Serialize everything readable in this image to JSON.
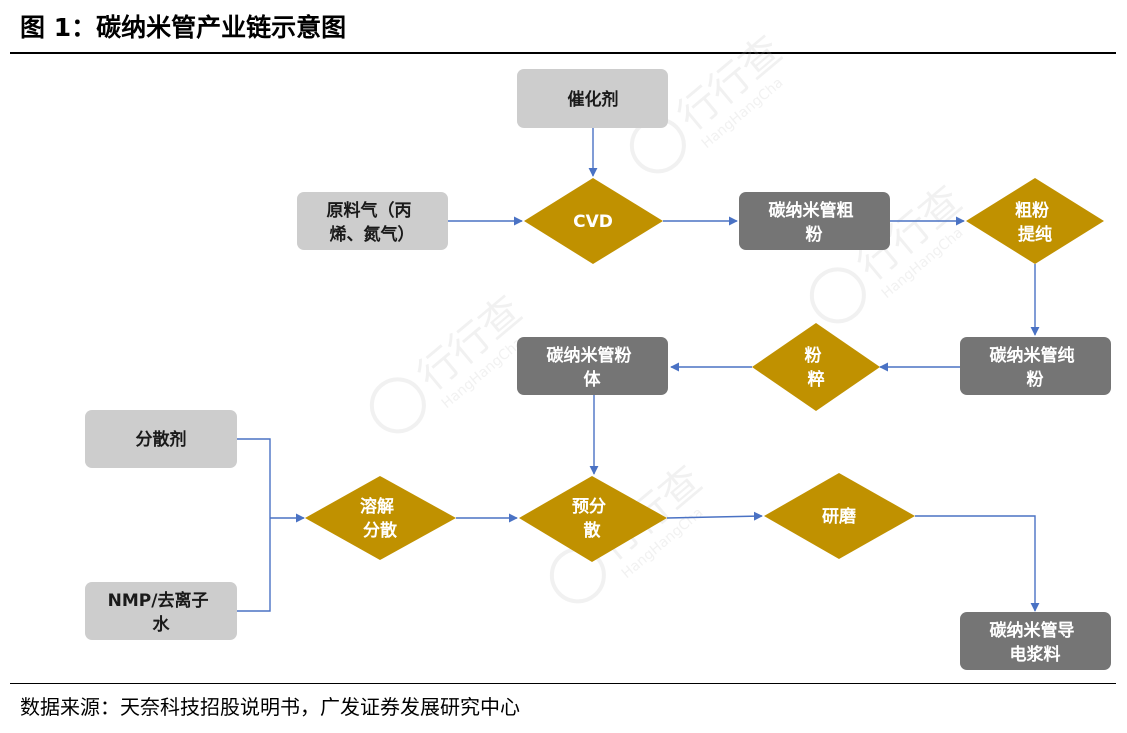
{
  "title": "图 1：碳纳米管产业链示意图",
  "source": "数据来源：天奈科技招股说明书，广发证券发展研究中心",
  "watermark": {
    "cn": "行行查",
    "en": "HangHangCha"
  },
  "colors": {
    "box_light": "#cdcdcd",
    "box_dark": "#757575",
    "diamond": "#c09100",
    "arrow": "#4a72c4",
    "text_dark": "#1a1a1a",
    "text_light": "#ffffff"
  },
  "nodes": {
    "catalyst": [
      "催化剂"
    ],
    "feed_gas": [
      "原料气（丙",
      "烯、氮气）"
    ],
    "cvd": [
      "CVD"
    ],
    "raw_powder": [
      "碳纳米管粗",
      "粉"
    ],
    "purify": [
      "粗粉",
      "提纯"
    ],
    "pure_powder": [
      "碳纳米管纯",
      "粉"
    ],
    "crush": [
      "粉",
      "粹"
    ],
    "powder_body": [
      "碳纳米管粉",
      "体"
    ],
    "dispersant": [
      "分散剂"
    ],
    "solvent": [
      "NMP/去离子",
      "水"
    ],
    "dissolve": [
      "溶解",
      "分散"
    ],
    "predisperse": [
      "预分",
      "散"
    ],
    "grind": [
      "研磨"
    ],
    "slurry": [
      "碳纳米管导",
      "电浆料"
    ]
  }
}
